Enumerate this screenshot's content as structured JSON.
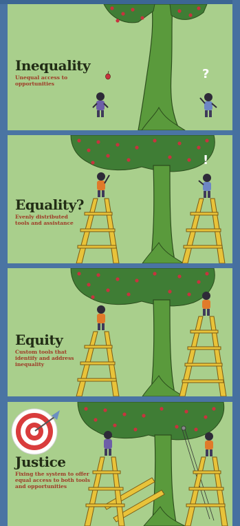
{
  "panels": [
    {
      "title": "Inequality",
      "subtitle": "Unequal access to opportunities",
      "mark": "?"
    },
    {
      "title": "Equality?",
      "subtitle": "Evenly distributed tools and assistance",
      "mark": "!"
    },
    {
      "title": "Equity",
      "subtitle": "Custom tools that identify and address inequality"
    },
    {
      "title": "Justice",
      "subtitle": "Fixing the system to offer equal access to both tools and opportunities"
    }
  ],
  "icons": [
    "tree-icon",
    "apple-icon",
    "ladder-icon",
    "child-figure-icon",
    "target-icon",
    "dart-icon",
    "pulley-rope-icon"
  ],
  "colors": {
    "panel_bg": "#a9cf8c",
    "tree_trunk": "#5a9a3c",
    "foliage": "#3f7d35",
    "apple": "#c7333e",
    "ladder": "#e8c33a",
    "title_text": "#222d16",
    "subtitle_text": "#9e3a26",
    "target_red": "#d93c3c"
  }
}
